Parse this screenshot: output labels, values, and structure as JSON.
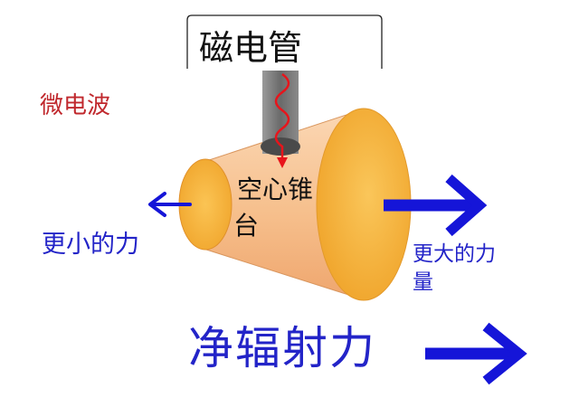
{
  "magnetron": {
    "label": "磁电管"
  },
  "microwave": {
    "label": "微电波"
  },
  "cavity": {
    "label_line1": "空心锥",
    "label_line2": "台"
  },
  "small_end": {
    "label": "更小的力"
  },
  "large_end": {
    "label_line1": "更大的力",
    "label_line2": "量"
  },
  "net": {
    "label": "净辐射力"
  },
  "colors": {
    "cone_fill": "#f7c08e",
    "end_cap": "#f4b13c",
    "arrow_blue": "#1515d8",
    "wave_red": "#e8141b",
    "pipe_gray": "#7d7d7d",
    "label_red": "#c0282d",
    "label_blue": "#2324c8"
  }
}
